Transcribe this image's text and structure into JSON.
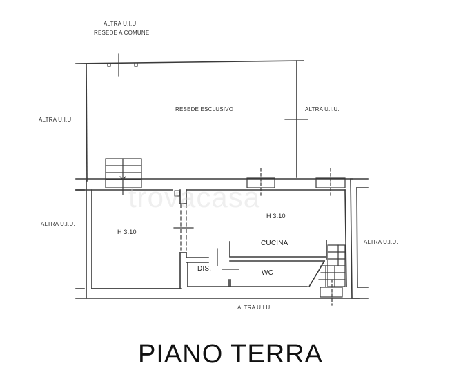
{
  "plan": {
    "title": "PIANO TERRA",
    "watermark": "trovacasa",
    "labels": {
      "top_1": "ALTRA U.I.U.",
      "top_2": "RESEDE A COMUNE",
      "left_upper": "ALTRA U.I.U.",
      "left_lower": "ALTRA U.I.U.",
      "right_upper": "ALTRA U.I.U.",
      "right_lower": "ALTRA U.I.U.",
      "bottom": "ALTRA U.I.U.",
      "yard": "RESEDE ESCLUSIVO"
    },
    "rooms": [
      {
        "name": "room-left",
        "label": "H 3.10"
      },
      {
        "name": "room-main",
        "label": "H 3.10"
      },
      {
        "name": "kitchen",
        "label": "CUCINA"
      },
      {
        "name": "hallway",
        "label": "DIS."
      },
      {
        "name": "bathroom",
        "label": "WC"
      }
    ],
    "colors": {
      "line": "#333333",
      "background": "#ffffff"
    }
  }
}
